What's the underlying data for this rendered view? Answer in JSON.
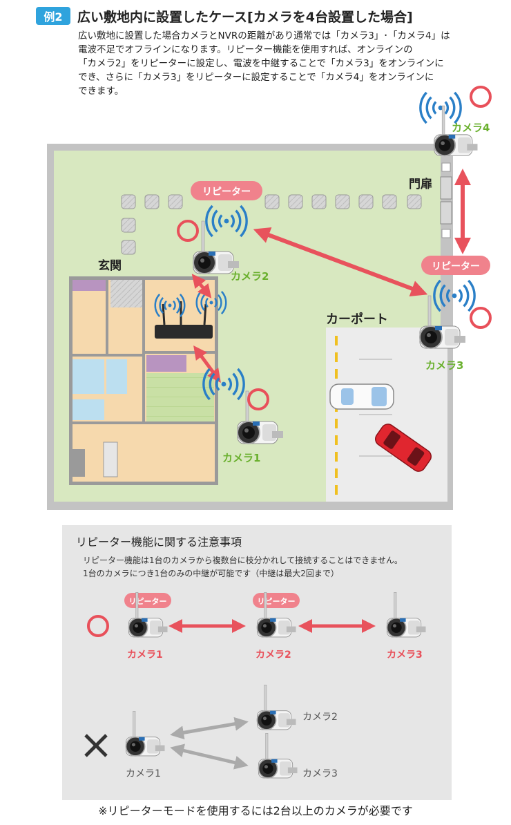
{
  "header": {
    "badge": "例2",
    "title": "広い敷地内に設置したケース[カメラを4台設置した場合]",
    "description": [
      "広い敷地に設置した場合カメラとNVRの距離があり通常では「カメラ3」･「カメラ4」は",
      "電波不足でオフラインになります。リピーター機能を使用すれば、オンラインの",
      "「カメラ2」をリピーターに設定し、電波を中継することで「カメラ3」をオンラインに",
      "でき、さらに「カメラ3」をリピーターに設定することで「カメラ4」をオンラインに",
      "できます。"
    ]
  },
  "map": {
    "genkan": "玄関",
    "gate": "門扉",
    "carport": "カーポート",
    "repeater_label": "リピーター",
    "cameras": [
      "カメラ1",
      "カメラ2",
      "カメラ3",
      "カメラ4"
    ]
  },
  "notes_panel": {
    "title": "リピーター機能に関する注意事項",
    "lines": [
      "リピーター機能は1台のカメラから複数台に枝分かれして接続することはできません。",
      "1台のカメラにつき1台のみの中継が可能です（中継は最大2回まで）"
    ],
    "ok_example": {
      "repeater_label": "リピーター",
      "cameras": [
        "カメラ1",
        "カメラ2",
        "カメラ3"
      ]
    },
    "ng_example": {
      "cameras": [
        "カメラ1",
        "カメラ2",
        "カメラ3"
      ]
    }
  },
  "footer_note": "※リピーターモードを使用するには2台以上のカメラが必要です",
  "colors": {
    "badge": "#2fa3dd",
    "lawn": "#d8e8c0",
    "wall": "#c7c7c7",
    "floor": "#f6d9ad",
    "repeater_pill": "#f0828c",
    "arrow_red": "#e8525c",
    "camera_green": "#6ab02e",
    "camera_red": "#e8505a",
    "wifi_blue": "#2a7fc7",
    "panel_bg": "#e6e6e6",
    "ng_arrow": "#aaaaaa"
  }
}
